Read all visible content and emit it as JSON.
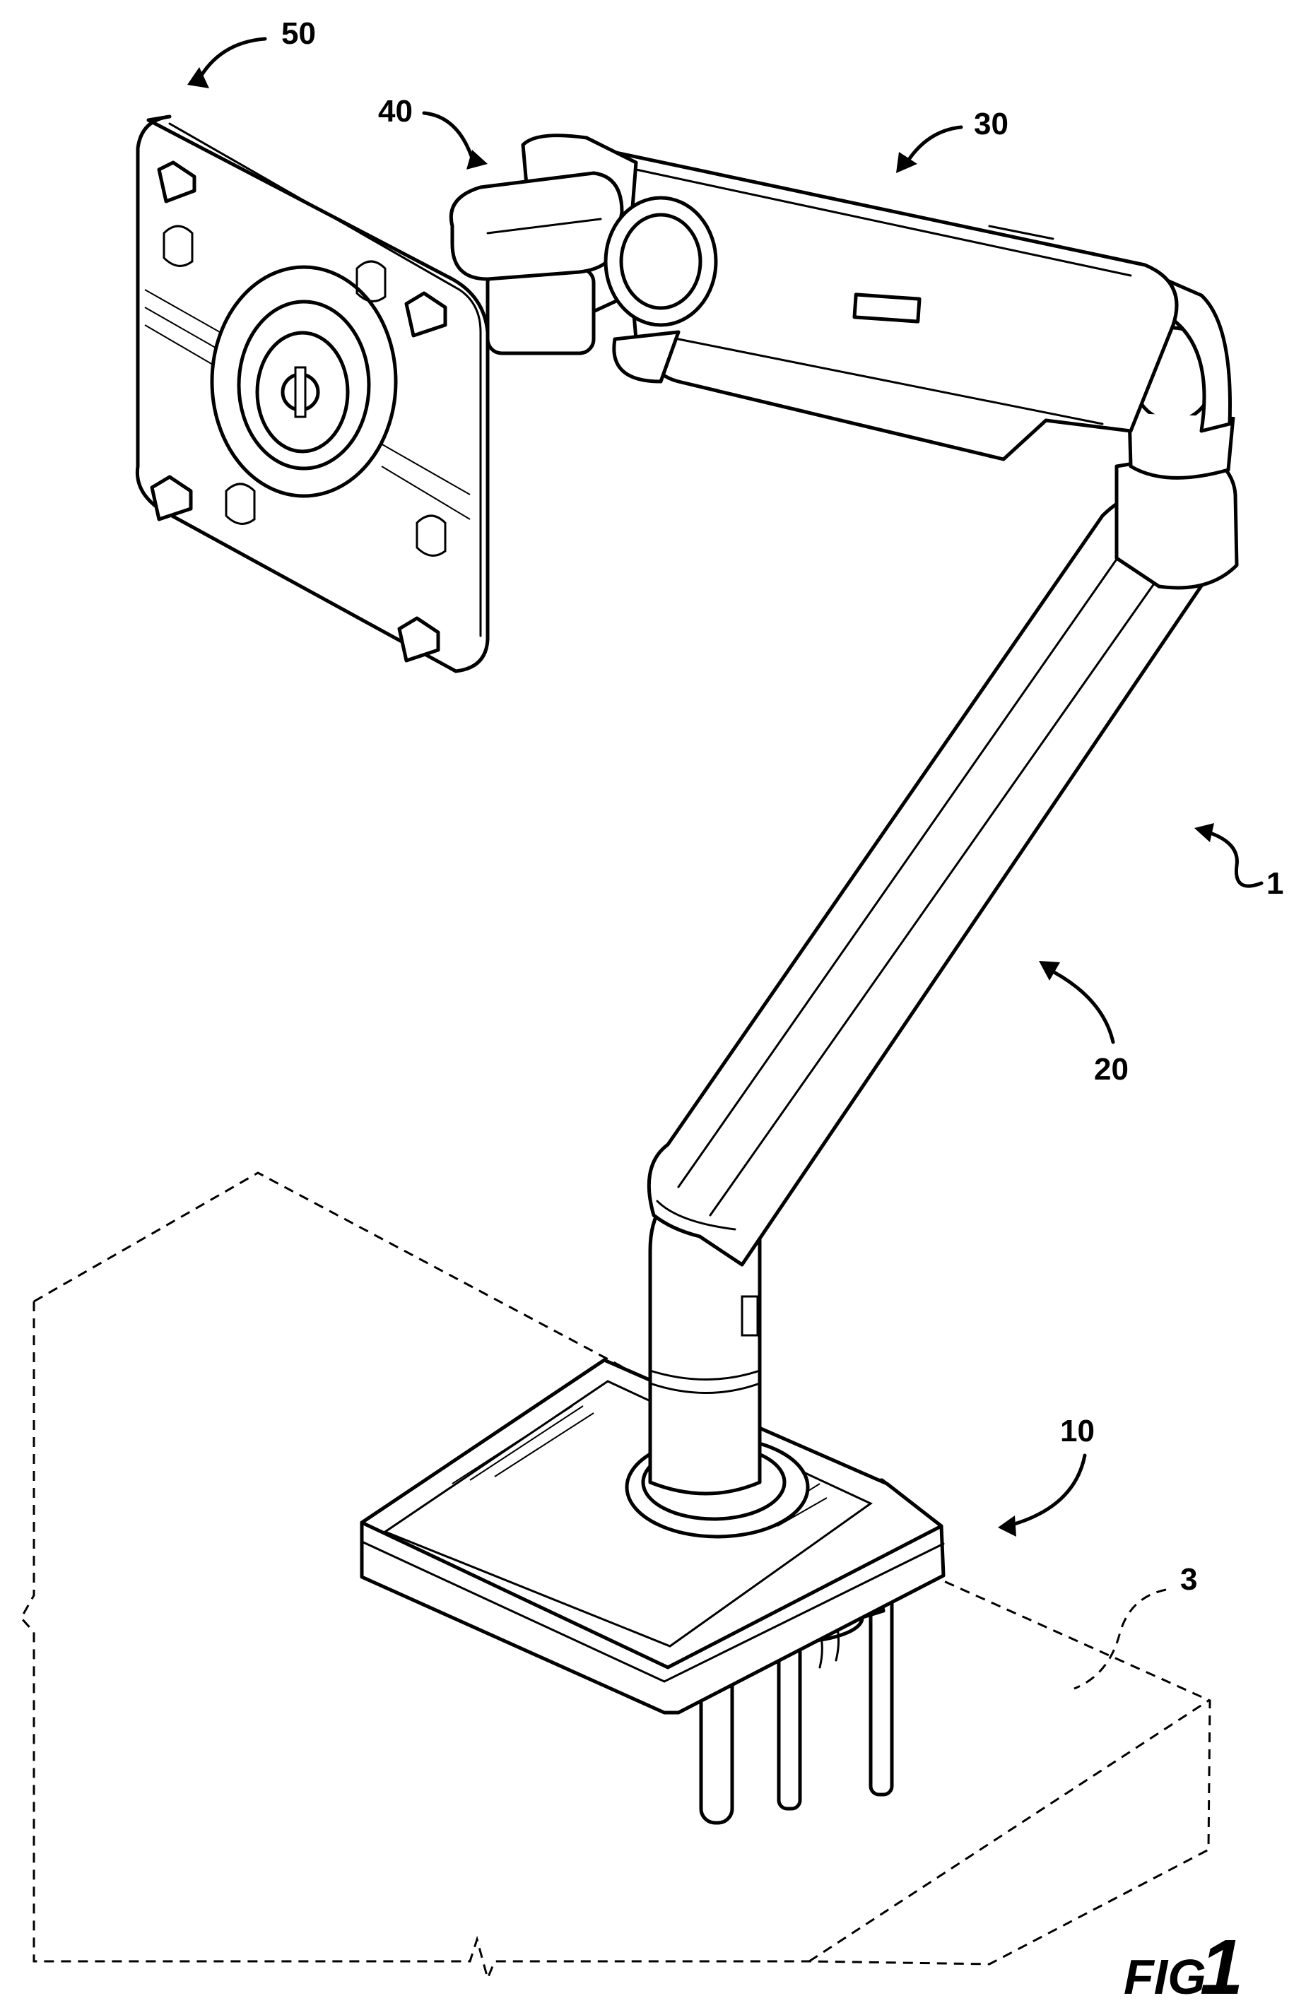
{
  "figure": {
    "caption_prefix": "FIG.",
    "caption_number": "1"
  },
  "labels": {
    "assembly": "1",
    "surface": "3",
    "base": "10",
    "lower_arm": "20",
    "upper_arm": "30",
    "tilt_joint": "40",
    "mount_plate": "50"
  }
}
